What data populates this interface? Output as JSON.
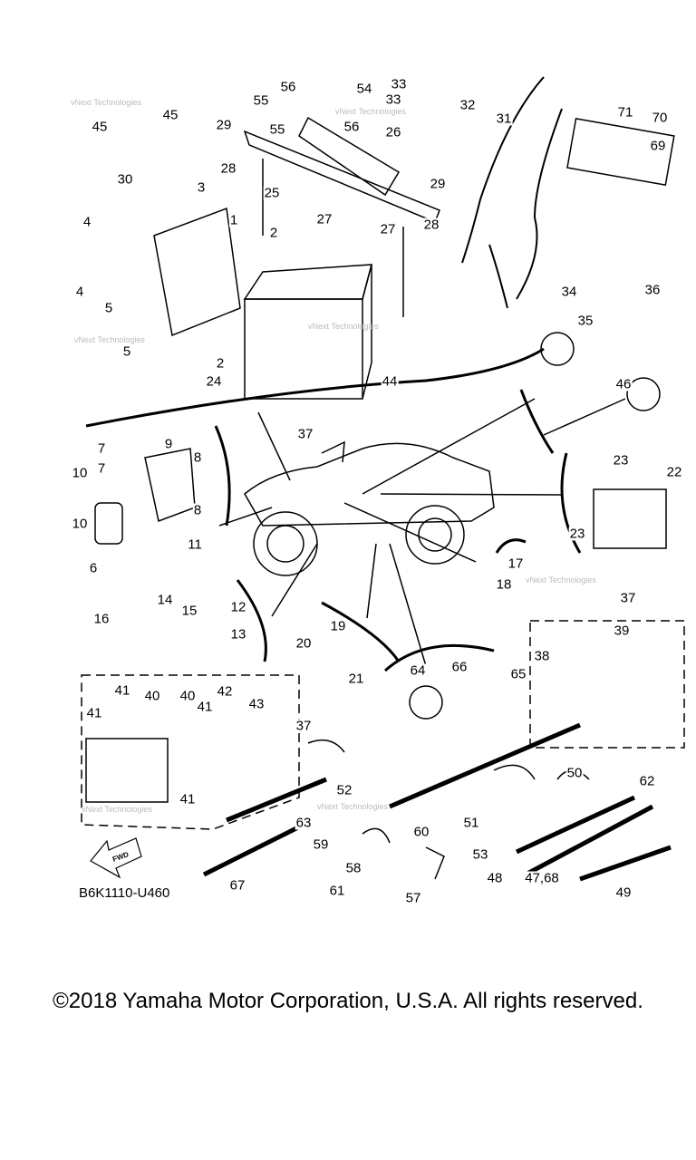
{
  "callouts": [
    "45",
    "45",
    "30",
    "56",
    "54",
    "55",
    "56",
    "55",
    "29",
    "26",
    "33",
    "33",
    "32",
    "31",
    "71",
    "70",
    "69",
    "28",
    "25",
    "29",
    "27",
    "3",
    "1",
    "4",
    "2",
    "27",
    "28",
    "4",
    "5",
    "5",
    "2",
    "24",
    "44",
    "34",
    "36",
    "35",
    "46",
    "37",
    "7",
    "9",
    "8",
    "10",
    "7",
    "8",
    "10",
    "11",
    "6",
    "23",
    "22",
    "23",
    "17",
    "18",
    "14",
    "15",
    "16",
    "12",
    "13",
    "37",
    "19",
    "20",
    "38",
    "39",
    "21",
    "66",
    "65",
    "64",
    "41",
    "40",
    "40",
    "42",
    "43",
    "41",
    "41",
    "37",
    "50",
    "62",
    "52",
    "41",
    "63",
    "51",
    "59",
    "60",
    "53",
    "58",
    "48",
    "47,68",
    "57",
    "67",
    "61",
    "49"
  ],
  "fwd_label": "FWD",
  "diagram_code": "B6K1110-U460",
  "watermark": "vNext Technologies",
  "copyright": "©2018 Yamaha Motor Corporation, U.S.A. All rights reserved."
}
